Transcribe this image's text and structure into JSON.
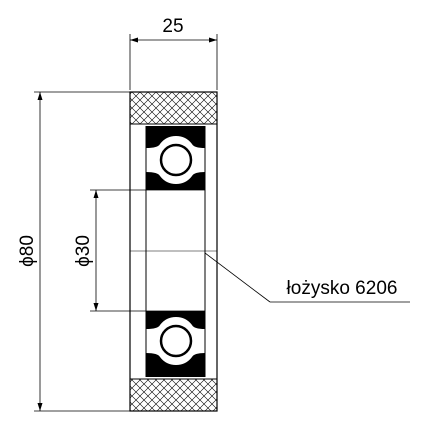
{
  "dimensions": {
    "width": "25",
    "outer_diameter": "ϕ80",
    "bore_diameter": "ϕ30"
  },
  "callout": {
    "bearing_label": "łożysko 6206"
  },
  "colors": {
    "ink": "#000000",
    "background": "#ffffff",
    "hatch": "#000000"
  }
}
